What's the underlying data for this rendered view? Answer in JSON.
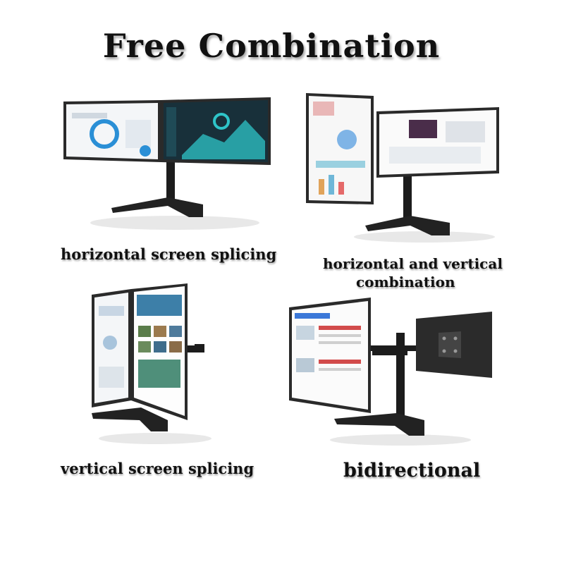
{
  "title": "Free Combination",
  "panels": [
    {
      "caption": "horizontal screen splicing"
    },
    {
      "caption_line1": "horizontal and vertical",
      "caption_line2": "combination"
    },
    {
      "caption": "vertical screen splicing"
    },
    {
      "caption": "bidirectional"
    }
  ],
  "colors": {
    "stand": "#1c1c1c",
    "screen_bezel": "#2a2a2a",
    "dark_ui": "#18303a",
    "accent": "#2ec4c8"
  }
}
